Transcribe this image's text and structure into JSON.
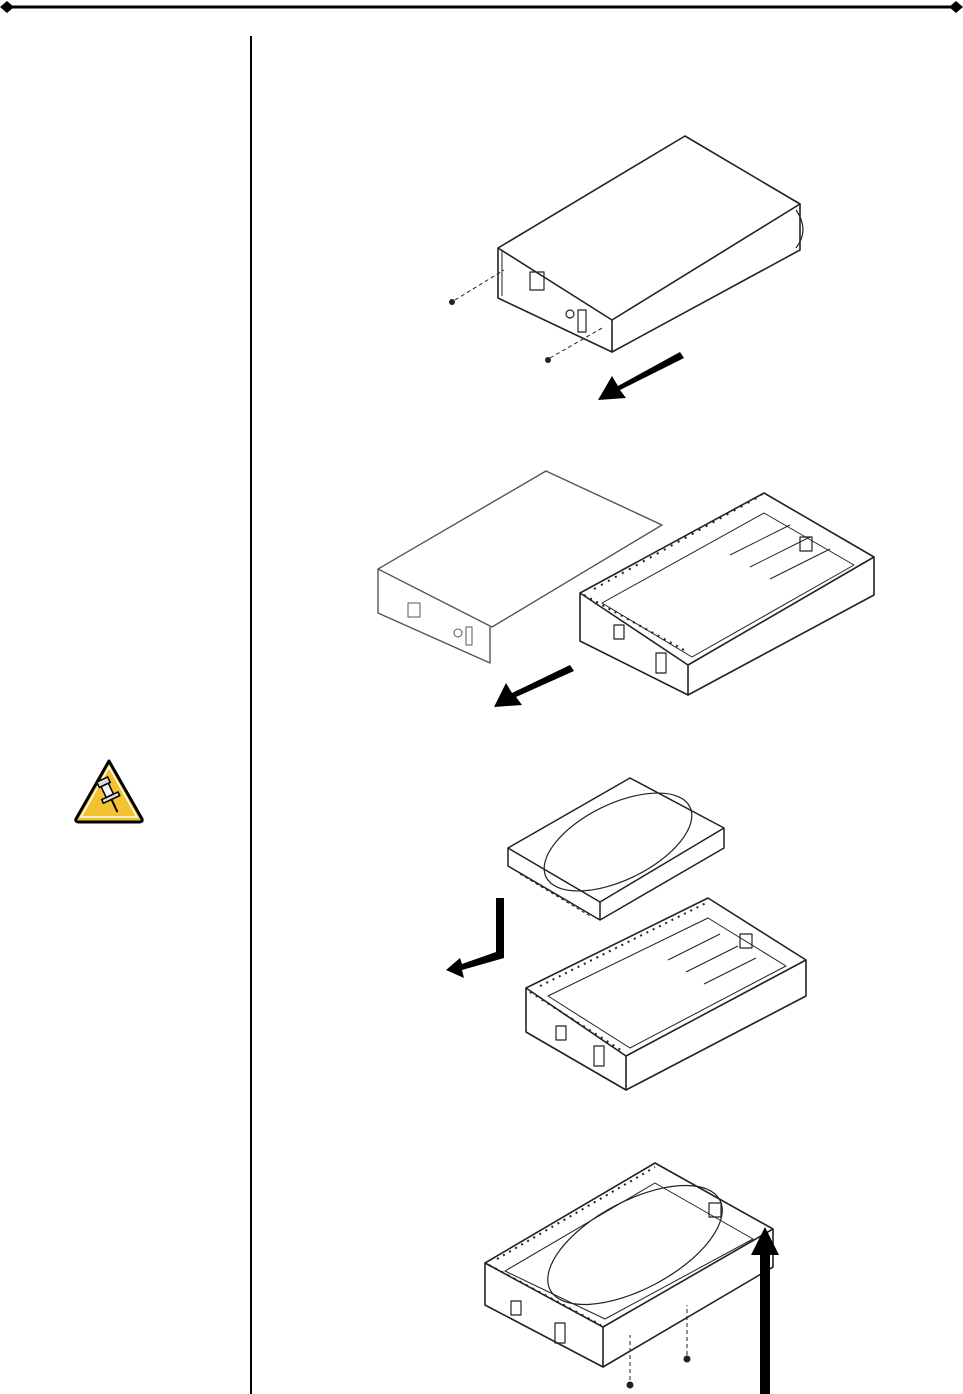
{
  "page": {
    "background": "#ffffff",
    "rule_color": "#000000",
    "accent_color": "#f2c230"
  },
  "icons": {
    "note": "pushpin-warning-icon"
  },
  "figures": [
    {
      "id": "step-1",
      "icon": "enclosure-remove-screws-icon"
    },
    {
      "id": "step-2",
      "icon": "enclosure-slide-out-tray-icon"
    },
    {
      "id": "step-3",
      "icon": "insert-hard-drive-icon"
    },
    {
      "id": "step-4",
      "icon": "fasten-drive-screws-icon"
    }
  ]
}
